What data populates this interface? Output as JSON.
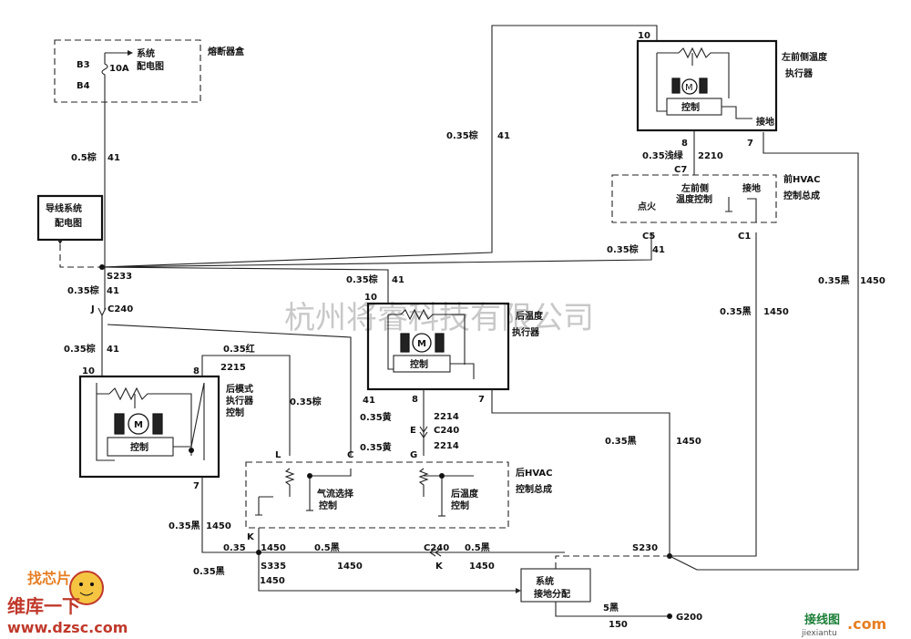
{
  "watermark": "杭州将睿科技有限公司",
  "fuse_box": {
    "title": "熔断器盒",
    "pin_top": "B3",
    "pin_bottom": "B4",
    "fuse_rating": "10A",
    "note_line1": "系统",
    "note_line2": "配电图"
  },
  "wiring_system_box": {
    "line1": "导线系统",
    "line2": "配电图"
  },
  "left_front_actuator": {
    "title_line1": "左前侧温度",
    "title_line2": "执行器",
    "control_label": "控制",
    "ground_label": "接地",
    "pin_10": "10",
    "pin_8": "8",
    "pin_7": "7",
    "motor_label": "M"
  },
  "front_hvac": {
    "title_line1": "前HVAC",
    "title_line2": "控制总成",
    "inner_line1": "左前侧",
    "inner_line2": "温度控制",
    "ground": "接地",
    "ignition": "点火",
    "c7": "C7",
    "c5": "C5",
    "c1": "C1"
  },
  "rear_temp_actuator": {
    "title_line1": "后温度",
    "title_line2": "执行器",
    "control_label": "控制",
    "motor_label": "M",
    "pin_10": "10",
    "pin_8": "8",
    "pin_7": "7"
  },
  "rear_mode_actuator": {
    "title_line1": "后模式",
    "title_line2": "执行器",
    "title_line3": "控制",
    "control_label": "控制",
    "motor_label": "M",
    "pin_10": "10",
    "pin_8": "8",
    "pin_7": "7"
  },
  "rear_hvac": {
    "title_line1": "后HVAC",
    "title_line2": "控制总成",
    "airflow_line1": "气流选择",
    "airflow_line2": "控制",
    "reartemp_line1": "后温度",
    "reartemp_line2": "控制",
    "pin_L": "L",
    "pin_C": "C",
    "pin_G": "G",
    "pin_K": "K"
  },
  "ground_dist": {
    "line1": "系统",
    "line2": "接地分配",
    "ground_point": "G200"
  },
  "labels": {
    "w05brown": "0.5棕",
    "w035brown": "0.35棕",
    "w035red": "0.35红",
    "w035yellow": "0.35黄",
    "w035lightgreen": "0.35浅绿",
    "w035black": "0.35黑",
    "w05black": "0.5黑",
    "w035": "0.35",
    "w5black": "5黑",
    "c41": "41",
    "c2215": "2215",
    "c2214": "2214",
    "c2210": "2210",
    "c1450": "1450",
    "c150": "150",
    "s233": "S233",
    "s335": "S335",
    "s230": "S230",
    "c240": "C240",
    "j": "J",
    "e": "E",
    "k": "K"
  },
  "logos": {
    "left_top": "找芯片",
    "left_main": "维库一下",
    "left_url": "www.dzsc.com",
    "right_main": "接线图",
    "right_sub": "jiexiantu",
    "right_com": ".com"
  }
}
